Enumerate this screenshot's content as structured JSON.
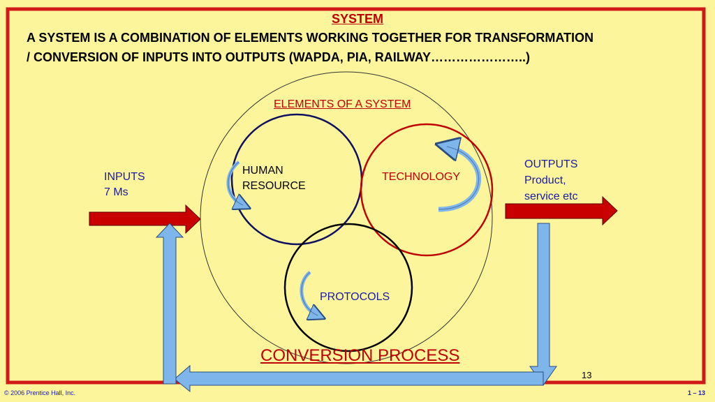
{
  "title": "SYSTEM",
  "description_line1": "A SYSTEM IS A COMBINATION OF ELEMENTS WORKING TOGETHER FOR TRANSFORMATION",
  "description_line2": "/ CONVERSION OF INPUTS INTO OUTPUTS (WAPDA, PIA, RAILWAY…………………..)",
  "elements_label": "ELEMENTS OF A SYSTEM",
  "inputs": {
    "line1": "INPUTS",
    "line2": "7 Ms"
  },
  "outputs": {
    "line1": "OUTPUTS",
    "line2": "Product,",
    "line3": "service etc"
  },
  "circles": {
    "human": {
      "line1": "HUMAN",
      "line2": "RESOURCE"
    },
    "technology": "TECHNOLOGY",
    "protocols": "PROTOCOLS"
  },
  "process_label": "CONVERSION PROCESS",
  "page_number": "13",
  "footer": {
    "copyright": "© 2006 Prentice Hall, Inc.",
    "slide_ref": "1 – 13"
  },
  "colors": {
    "background": "#fdf59b",
    "border": "#d01a1a",
    "accent_red": "#c00000",
    "arrow_red": "#c80000",
    "arrow_blue": "#7eb5ea",
    "text_blue": "#1a1aa8",
    "circle_navy": "#101060",
    "circle_red": "#c00000"
  }
}
